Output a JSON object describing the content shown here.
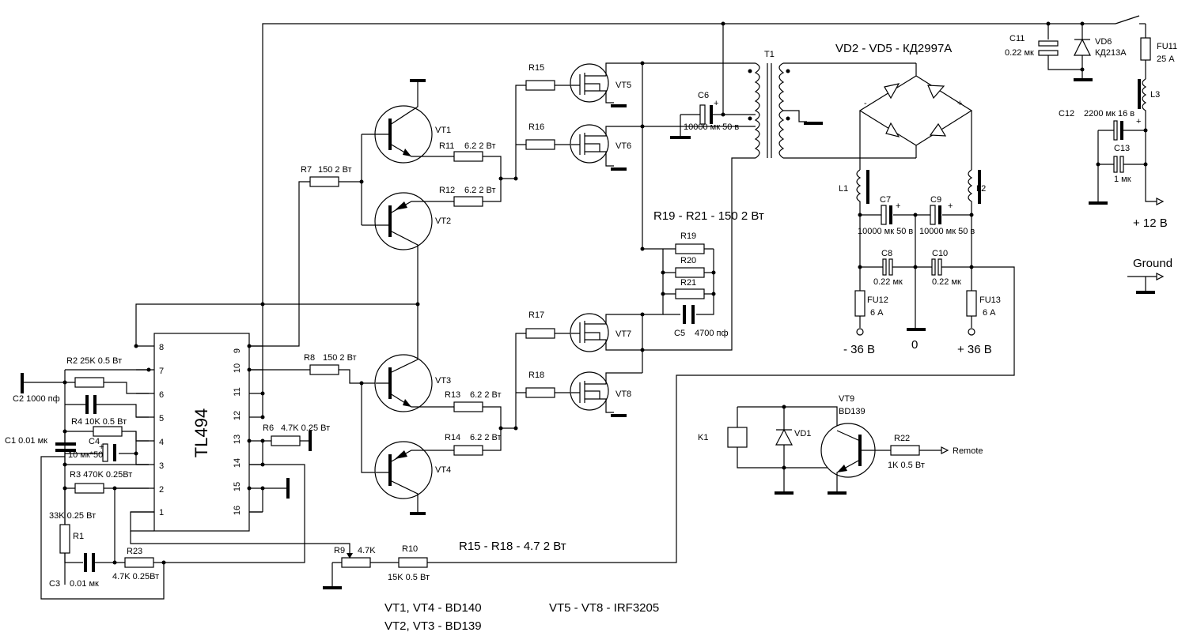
{
  "ic": {
    "name": "TL494",
    "pins": [
      "1",
      "2",
      "3",
      "4",
      "5",
      "6",
      "7",
      "8",
      "9",
      "10",
      "11",
      "12",
      "13",
      "14",
      "15",
      "16"
    ]
  },
  "labels": {
    "r2": "R2   25K 0.5 Вт",
    "c2": "C2 1000 пф",
    "r4": "R4   10K 0.5 Вт",
    "c1": "C1    0.01 мк",
    "c4": "C4",
    "c4v": "10 мк*50",
    "r3": "R3     470K 0.25Вт",
    "r1v": "33K 0.25 Вт",
    "r1": "R1",
    "c3": "C3",
    "c3v": "0.01 мк",
    "r23": "R23",
    "r23v": "4.7K 0.25Вт",
    "r6": "R6",
    "r6v": "4.7K 0.25 Вт",
    "r7": "R7",
    "r7v": "150 2 Вт",
    "r8": "R8",
    "r8v": "150 2 Вт",
    "r9": "R9",
    "r9v": "4.7K",
    "r10": "R10",
    "r10v": "15K 0.5 Вт",
    "vt1": "VT1",
    "vt2": "VT2",
    "vt3": "VT3",
    "vt4": "VT4",
    "r11": "R11",
    "r11v": "6.2 2 Вт",
    "r12": "R12",
    "r12v": "6.2 2 Вт",
    "r13": "R13",
    "r13v": "6.2 2 Вт",
    "r14": "R14",
    "r14v": "6.2 2 Вт",
    "r15": "R15",
    "r16": "R16",
    "r17": "R17",
    "r18": "R18",
    "vt5": "VT5",
    "vt6": "VT6",
    "vt7": "VT7",
    "vt8": "VT8",
    "c6": "C6",
    "c6v": "10000 мк 50 в",
    "t1": "T1",
    "r19": "R19",
    "r20": "R20",
    "r21": "R21",
    "c5": "C5",
    "c5v": "4700 пф",
    "r1921": "R19 - R21 - 150 2 Вт",
    "r1518": "R15 - R18 - 4.7 2 Вт",
    "vd25": "VD2 - VD5 - КД2997А",
    "l1": "L1",
    "l2": "L2",
    "c7": "C7",
    "c7v": "10000 мк 50 в",
    "c9": "C9",
    "c9v": "10000 мк 50 в",
    "c8": "C8",
    "c8v": "0.22 мк",
    "c10": "C10",
    "c10v": "0.22 мк",
    "fu12": "FU12",
    "fu12v": "6 А",
    "fu13": "FU13",
    "fu13v": "6 А",
    "m36": "- 36 В",
    "zero": "0",
    "p36": "+ 36 В",
    "c11": "C11",
    "c11v": "0.22 мк",
    "vd6": "VD6",
    "vd6v": "КД213А",
    "fu11": "FU11",
    "fu11v": "25 А",
    "l3": "L3",
    "c12": "C12",
    "c12v": "2200 мк 16 в",
    "c13": "C13",
    "c13v": "1 мк",
    "p12": "+ 12 В",
    "ground": "Ground",
    "k1": "K1",
    "vd1": "VD1",
    "vt9": "VT9",
    "vt9v": "BD139",
    "r22": "R22",
    "r22v": "1K 0.5 Вт",
    "remote": "Remote",
    "plus": "+",
    "minus": "-",
    "vt14": "VT1, VT4 - BD140",
    "vt23": "VT2, VT3 - BD139",
    "vt58": "VT5 -   VT8 - IRF3205"
  }
}
